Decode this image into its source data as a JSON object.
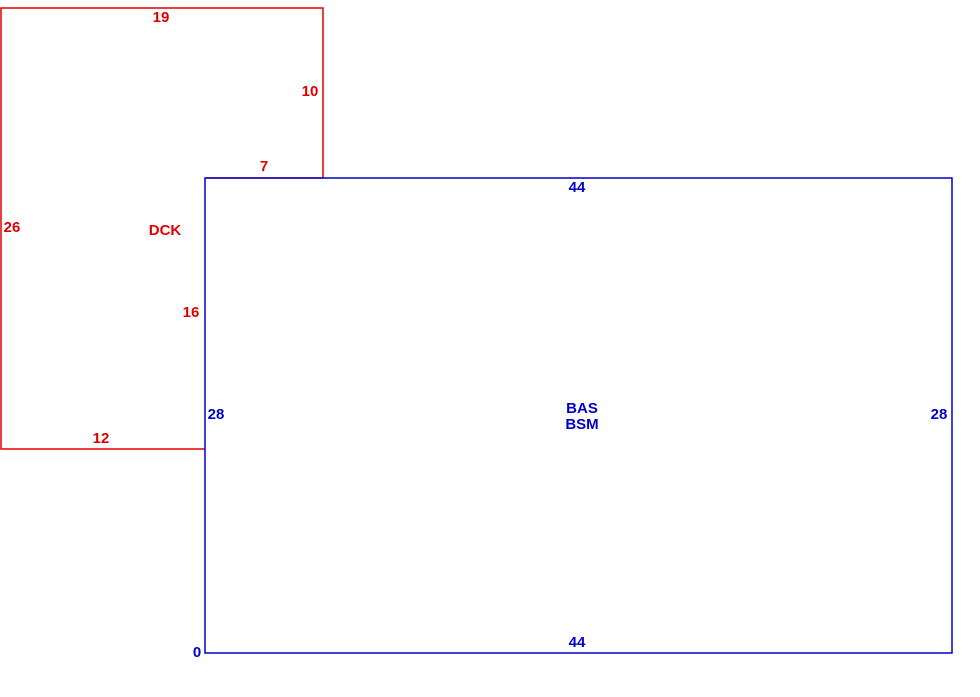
{
  "colors": {
    "deck": "#e00000",
    "base": "#0000cc"
  },
  "deck": {
    "area_label": "DCK",
    "dims": {
      "top": "19",
      "right_upper": "10",
      "notch": "7",
      "left": "26",
      "inner_left": "16",
      "bottom": "12"
    }
  },
  "base": {
    "area_label_1": "BAS",
    "area_label_2": "BSM",
    "dims": {
      "top": "44",
      "bottom": "44",
      "left": "28",
      "right": "28",
      "origin": "0"
    }
  }
}
